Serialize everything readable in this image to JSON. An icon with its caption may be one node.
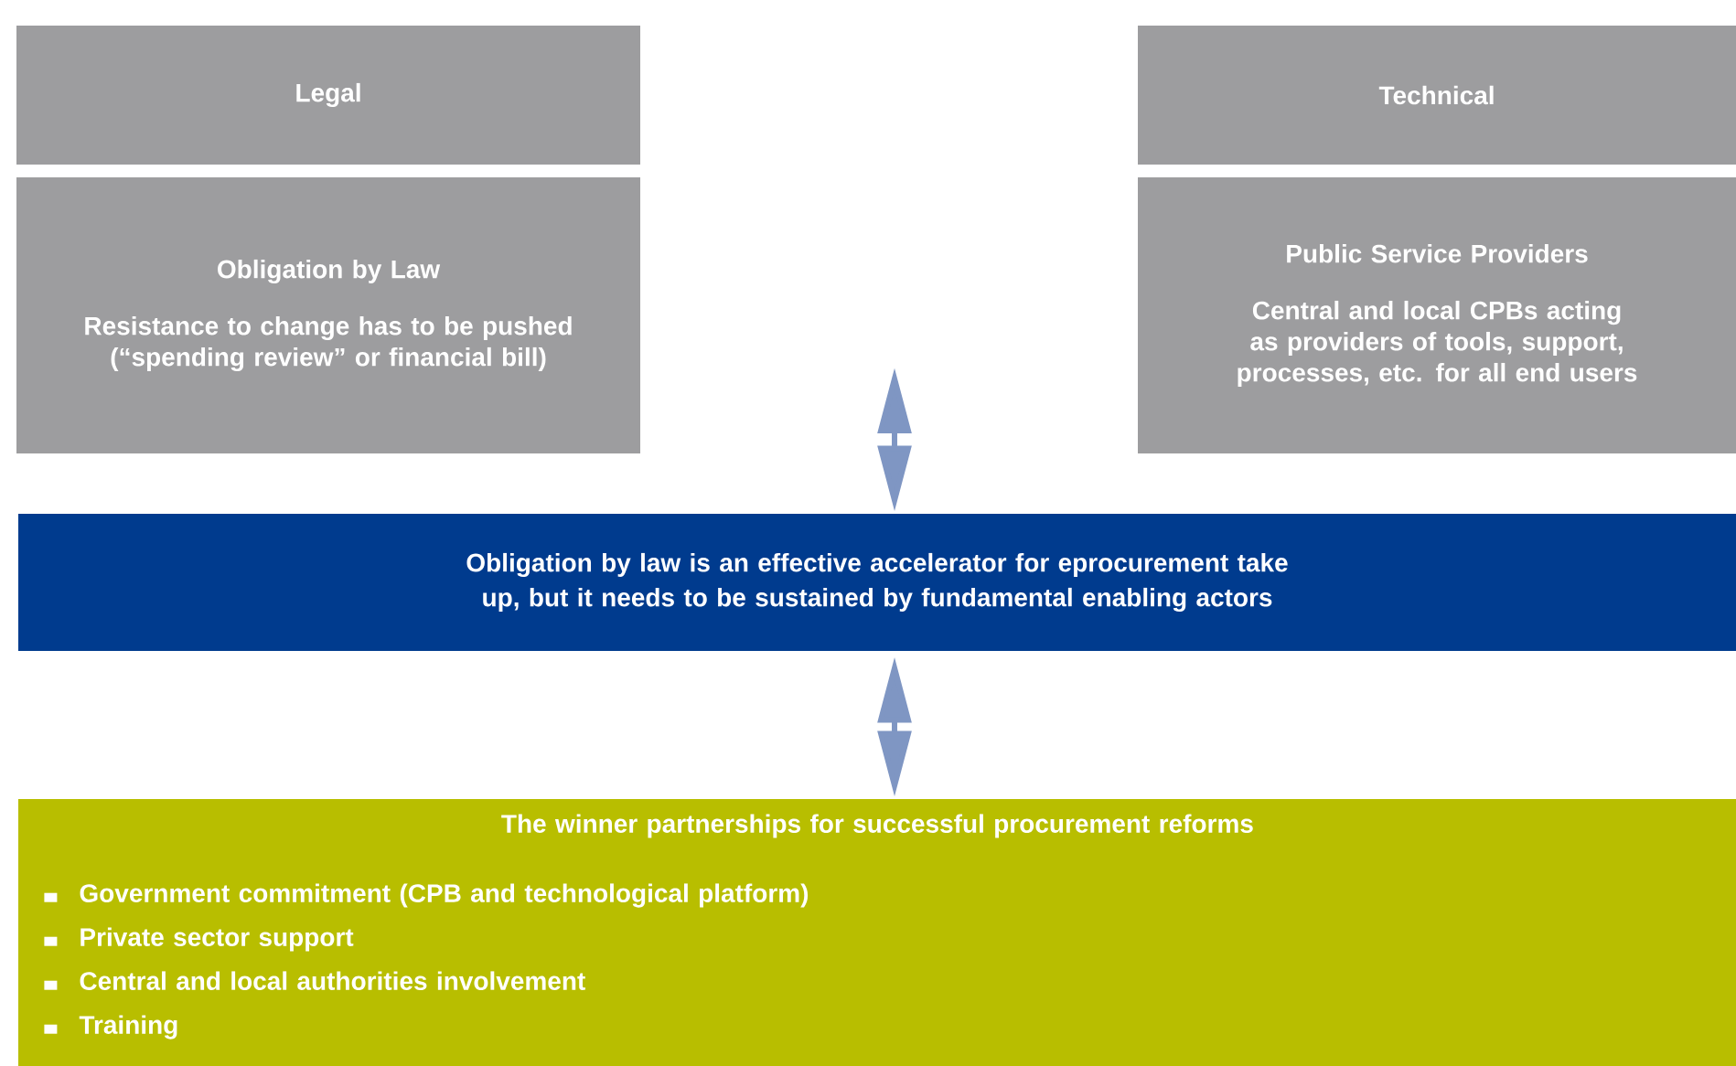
{
  "diagram": {
    "nodes": [
      {
        "text": [
          "Legal"
        ]
      },
      {
        "text": [
          "Technical"
        ]
      },
      {
        "text": [
          "Obligation by Law",
          "Resistance to change has to be pushed (“spending review” or financial bill)"
        ]
      },
      {
        "text": [
          "Public Service Providers",
          "Central and local CPBs acting as providers of tools, support, processes, etc. for all end users"
        ]
      },
      {
        "text": [
          "Obligation by law is an effective accelerator for eprocurement take up, but it needs to be sustained by fundamental enabling actors"
        ]
      },
      {
        "text": [
          "The winner partnerships for successful procurement reforms",
          "Government commitment (CPB and technological platform)",
          "Private sector support",
          "Central and local authorities involvement",
          "Training"
        ]
      }
    ],
    "edges": [
      {
        "from": null,
        "to": 4,
        "arrow": "both"
      },
      {
        "from": 4,
        "to": 5,
        "arrow": "both"
      }
    ]
  }
}
